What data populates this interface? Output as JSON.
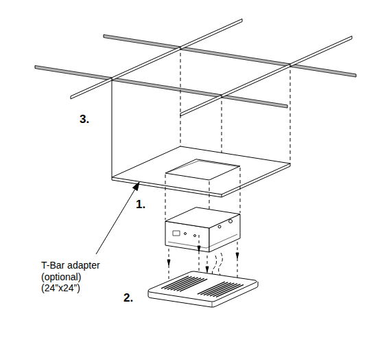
{
  "diagram": {
    "labels": [
      "3.",
      "1.",
      "2.",
      "T-Bar adapter (optional) (24”x24”)"
    ]
  }
}
